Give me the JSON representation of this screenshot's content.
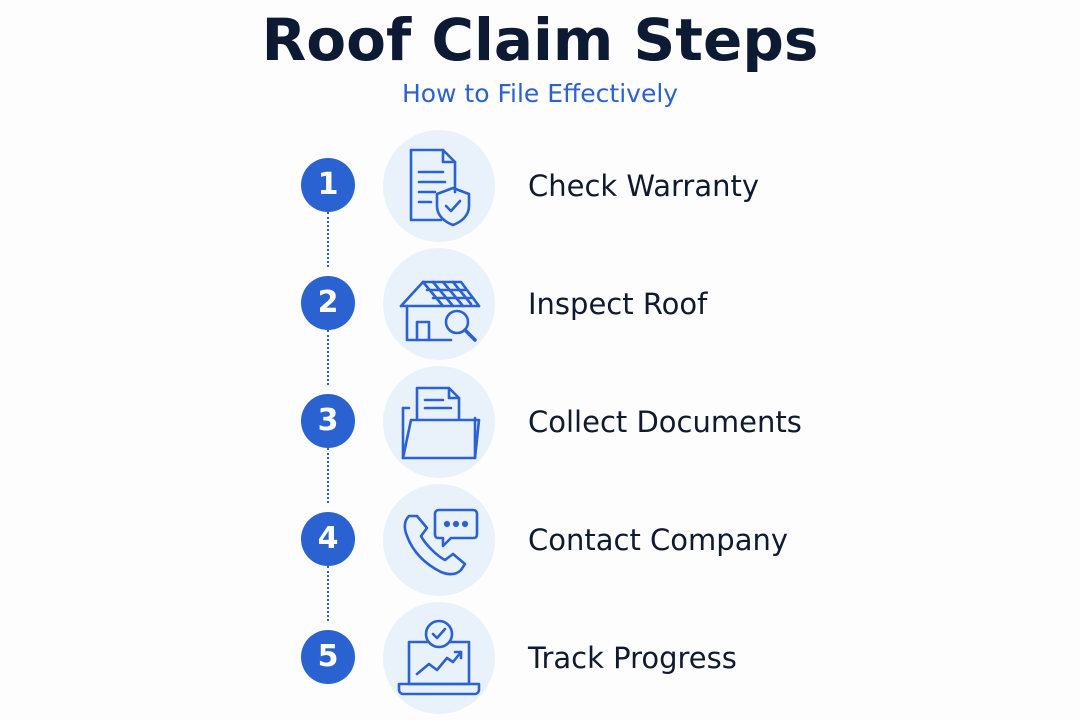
{
  "title": "Roof Claim Steps",
  "subtitle": "How to File Effectively",
  "colors": {
    "accent": "#2a62d1",
    "dark_text": "#0c1a33",
    "icon_bg": "#e9f1fb"
  },
  "steps": [
    {
      "number": "1",
      "label": "Check Warranty",
      "icon": "document-shield-icon"
    },
    {
      "number": "2",
      "label": "Inspect Roof",
      "icon": "house-magnifier-icon"
    },
    {
      "number": "3",
      "label": "Collect Documents",
      "icon": "folder-documents-icon"
    },
    {
      "number": "4",
      "label": "Contact Company",
      "icon": "phone-chat-icon"
    },
    {
      "number": "5",
      "label": "Track Progress",
      "icon": "laptop-progress-icon"
    }
  ]
}
